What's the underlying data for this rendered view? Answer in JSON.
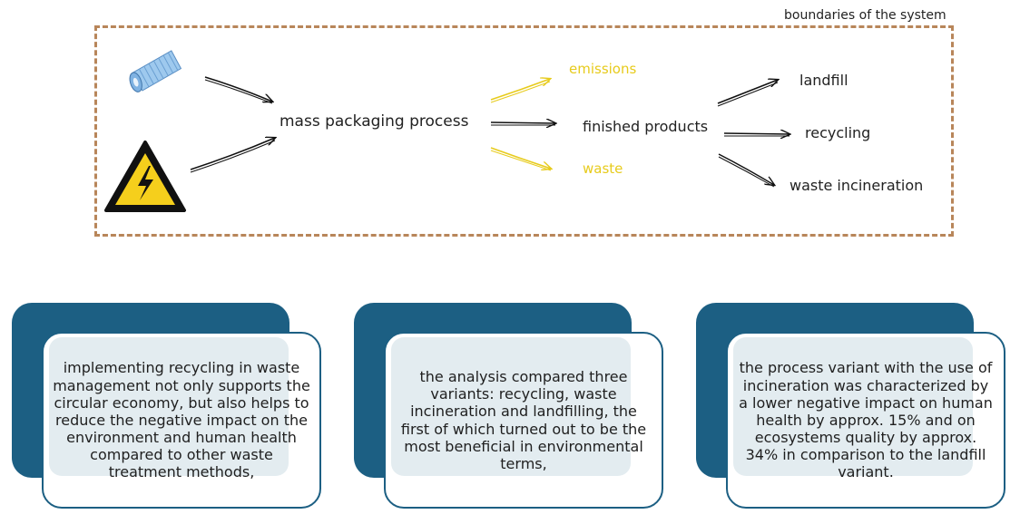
{
  "diagram": {
    "boundary_label": "boundaries of the system",
    "process": "mass packaging process",
    "finished": "finished products",
    "emissions": "emissions",
    "waste": "waste",
    "landfill": "landfill",
    "recycling": "recycling",
    "incineration": "waste incineration",
    "icons": [
      "plastic-film-roll-icon",
      "high-voltage-warning-icon"
    ],
    "colors": {
      "boundary": "#b8865a",
      "secondary_flow": "#e7cb1c",
      "card": "#1c5f83"
    }
  },
  "cards": [
    {
      "text": "implementing recycling in waste management not only supports the circular economy, but also helps to reduce the negative impact on the environment and human health compared to other waste treatment methods,"
    },
    {
      "text": "the analysis compared three variants: recycling, waste incineration and landfilling, the first of which turned out to be the most beneficial in environmental terms,"
    },
    {
      "text": "the process variant with the use of incineration was characterized by a lower negative impact on human health by approx. 15% and on ecosystems quality by approx. 34% in comparison to the landfill variant."
    }
  ]
}
